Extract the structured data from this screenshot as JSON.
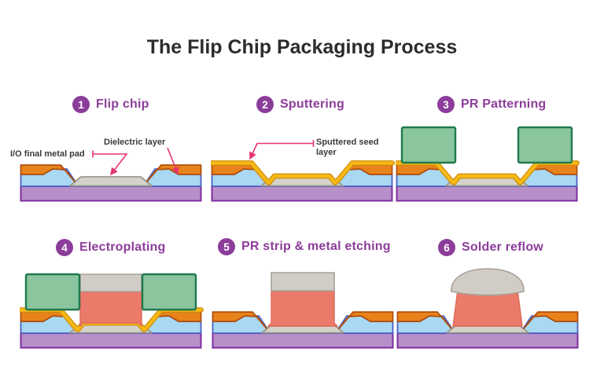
{
  "title": "The Flip Chip Packaging Process",
  "steps": [
    {
      "number": "1",
      "label": "Flip chip"
    },
    {
      "number": "2",
      "label": "Sputtering"
    },
    {
      "number": "3",
      "label": "PR Patterning"
    },
    {
      "number": "4",
      "label": "Electroplating"
    },
    {
      "number": "5",
      "label": "PR strip & metal etching"
    },
    {
      "number": "6",
      "label": "Solder reflow"
    }
  ],
  "annotations": {
    "dielectric_layer": "Dielectric layer",
    "io_final_metal_pad": "I/O final metal pad",
    "sputtered_seed_line1": "Sputtered seed",
    "sputtered_seed_line2": "layer"
  },
  "colors": {
    "accent_purple": "#8c3d9a",
    "title_text": "#2d2b2c",
    "annotation_text": "#3a3a3a",
    "leader_pink": "#e8356e",
    "dielectric_orange": "#e8831c",
    "passivation_blue": "#a9d8f3",
    "substrate_purple": "#b78fc9",
    "metal_pad_gray": "#d5d2ca",
    "seed_gold": "#f6b917",
    "photoresist_green": "#8ac59e",
    "plated_metal_red": "#ec7a6b",
    "solder_gray": "#d1cdc6"
  }
}
